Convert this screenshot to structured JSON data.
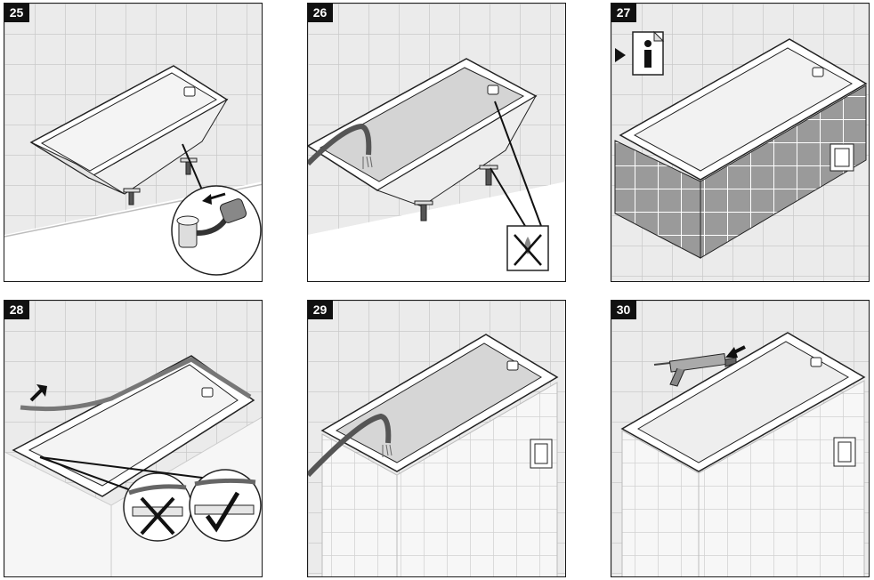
{
  "steps": [
    {
      "number": "25"
    },
    {
      "number": "26"
    },
    {
      "number": "27"
    },
    {
      "number": "28"
    },
    {
      "number": "29"
    },
    {
      "number": "30"
    }
  ]
}
